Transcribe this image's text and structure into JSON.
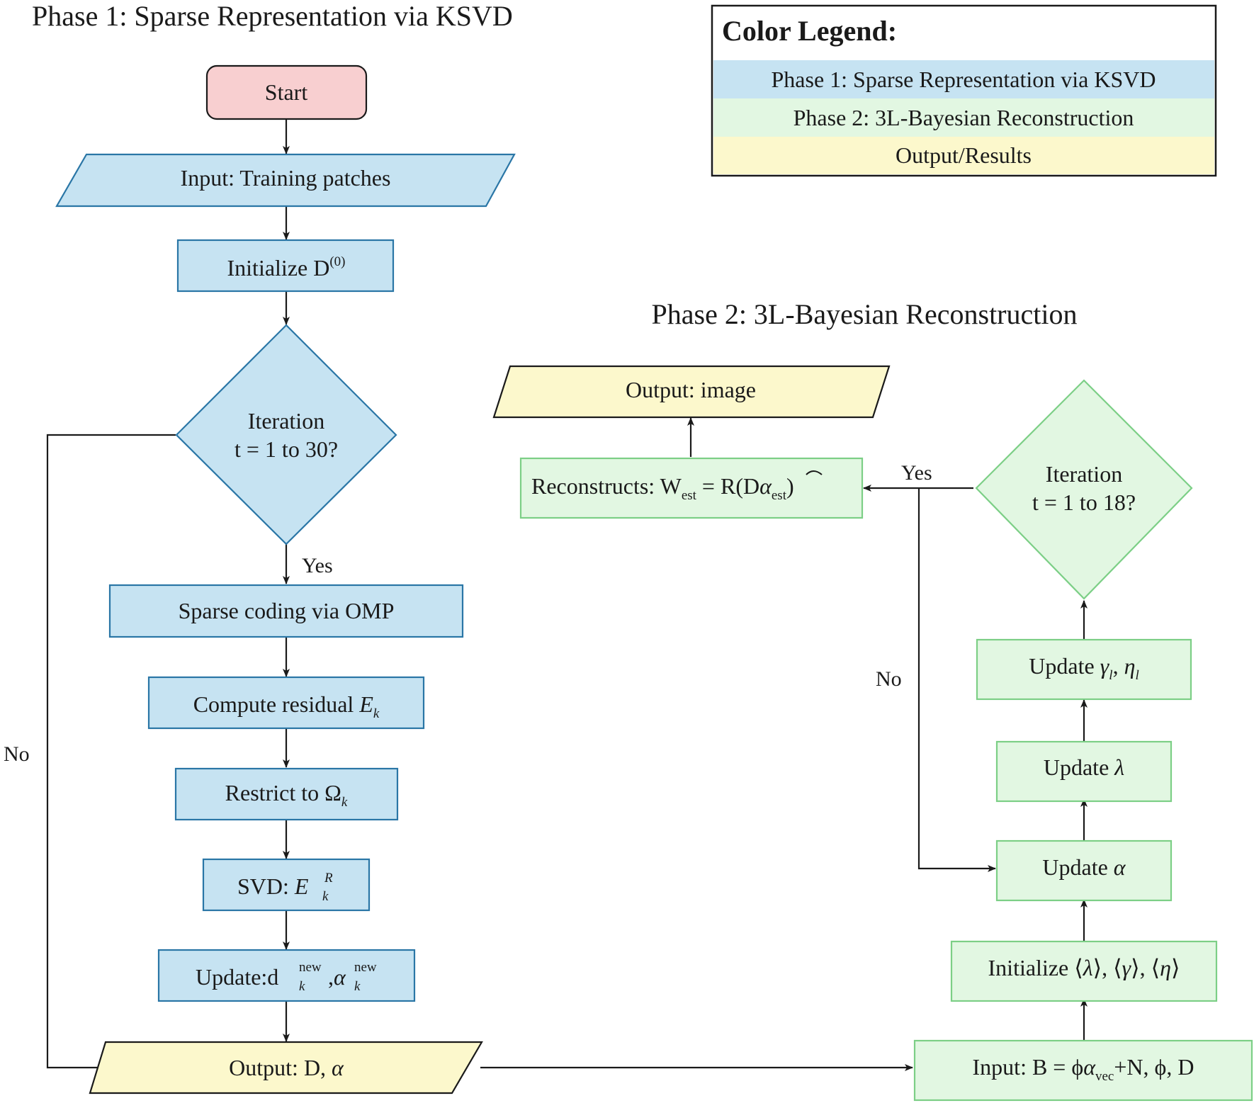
{
  "colors": {
    "phase1_fill": "#c6e3f2",
    "phase1_stroke": "#2a76a6",
    "phase1_title": "#2a7fb0",
    "phase2_fill": "#e2f7e2",
    "phase2_stroke": "#7ccf86",
    "phase2_title": "#33b849",
    "output_fill": "#fcf8cc",
    "output_stroke": "#1a1a1a",
    "start_fill": "#f8cfd0",
    "start_stroke": "#1a1a1a"
  },
  "phase1": {
    "title": "Phase 1: Sparse Representation via KSVD",
    "start": "Start",
    "input": "Input: Training patches",
    "init": {
      "text": "Initialize D",
      "sup": "(0)"
    },
    "decision": {
      "line1": "Iteration",
      "line2": "t = 1 to 30?"
    },
    "yes": "Yes",
    "no": "No",
    "sparse_coding": "Sparse coding via OMP",
    "residual": {
      "text": "Compute residual ",
      "var": "E",
      "sub": "k"
    },
    "restrict": {
      "text": "Restrict to Ω",
      "sub": "k"
    },
    "svd": {
      "text": "SVD: ",
      "var": "E",
      "sub": "k",
      "sup": "R"
    },
    "update": {
      "text": "Update:d",
      "sub1": "k",
      "sup1": "new",
      "mid": " ,",
      "var2": "α",
      "sub2": "k",
      "sup2": "new"
    },
    "output": {
      "text": "Output: D, ",
      "var": "α"
    }
  },
  "phase2": {
    "title": "Phase 2: 3L-Bayesian Reconstruction",
    "output_image": "Output: image",
    "reconstructs": {
      "a": "Reconstructs: W",
      "sub1": "est",
      "b": " = R(D",
      "var": "α",
      "sub2": "est",
      "c": ")"
    },
    "yes": "Yes",
    "no": "No",
    "decision": {
      "line1": "Iteration",
      "line2": "t = 1 to 18?"
    },
    "update_gamma": {
      "text": "Update ",
      "g": "γ",
      "gsub": "l",
      "comma": ", ",
      "e": "η",
      "esub": "l"
    },
    "update_lambda": {
      "text": "Update ",
      "var": "λ"
    },
    "update_alpha": {
      "text": "Update ",
      "var": "α"
    },
    "initialize": {
      "a": "Initialize ⟨",
      "l": "λ",
      "b": "⟩, ⟨",
      "g": "γ",
      "c": "⟩, ⟨",
      "e": "η",
      "d": "⟩"
    },
    "input": {
      "a": "Input: B = ϕ",
      "var": "α",
      "sub": "vec",
      "b": "+N, ϕ, D"
    }
  },
  "legend": {
    "title": "Color Legend:",
    "items": [
      {
        "label": "Phase 1: Sparse Representation via KSVD",
        "color": "#c6e3f2"
      },
      {
        "label": "Phase 2: 3L-Bayesian Reconstruction",
        "color": "#e2f7e2"
      },
      {
        "label": "Output/Results",
        "color": "#fcf8cc"
      }
    ]
  }
}
